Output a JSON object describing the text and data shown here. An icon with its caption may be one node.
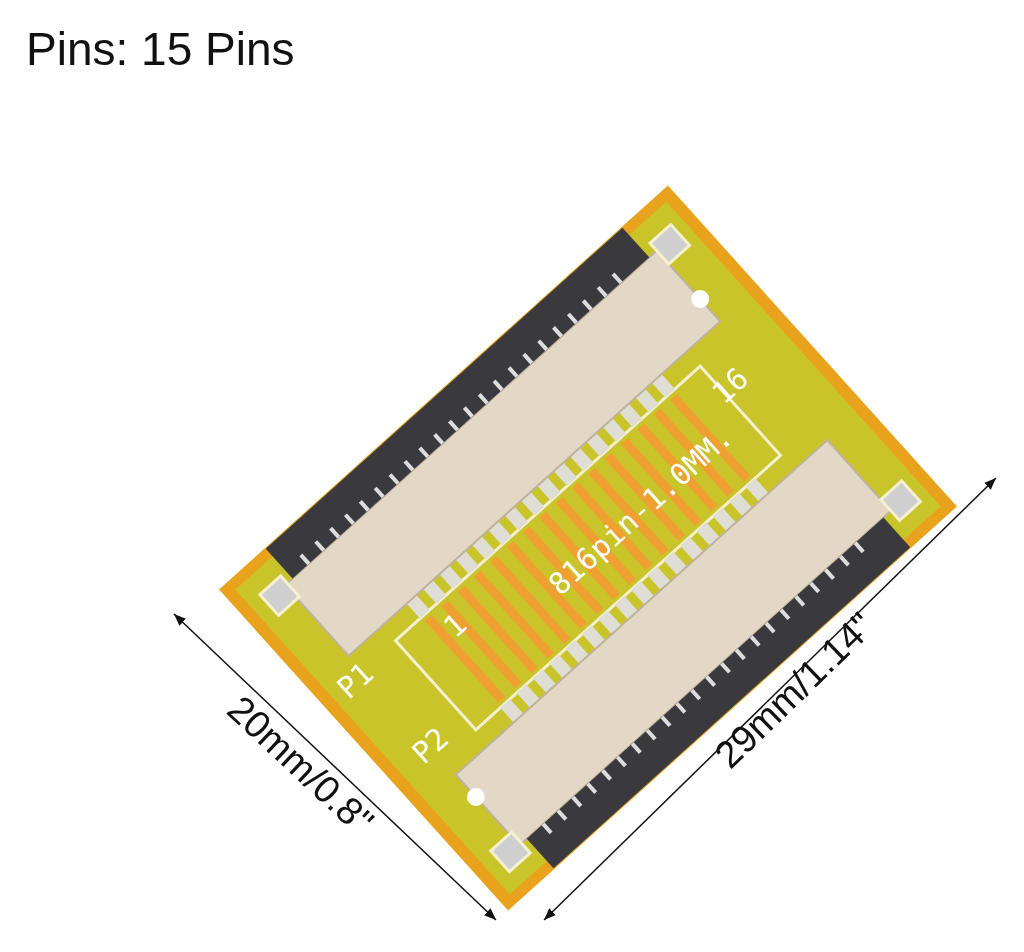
{
  "diagram": {
    "title": "Pins: 15 Pins",
    "labels": [
      "16",
      "816pin-1.0MM.",
      "1",
      "P1",
      "P2",
      "20mm/0.8\"",
      "29mm/1.14\""
    ]
  }
}
